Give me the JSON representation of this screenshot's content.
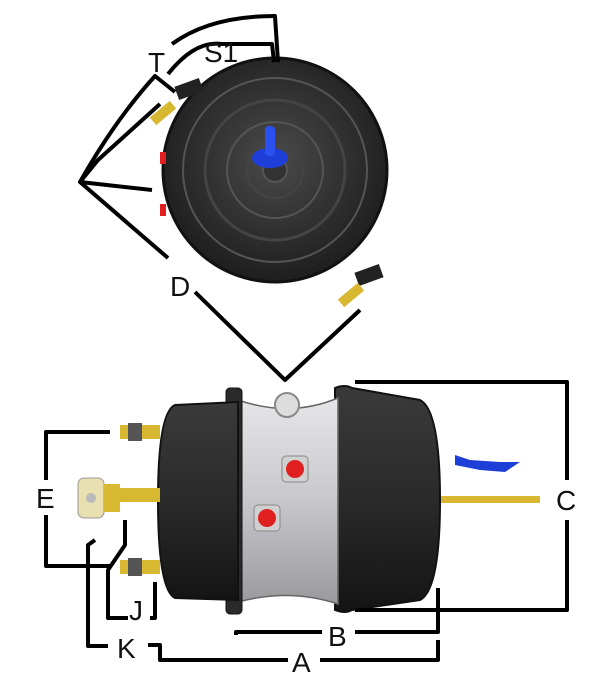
{
  "title": "Brake chamber dimension diagram",
  "labels": {
    "T": "T",
    "S1": "S1",
    "D": "D",
    "E": "E",
    "C": "C",
    "J": "J",
    "K": "K",
    "B": "B",
    "A": "A"
  },
  "colors": {
    "housing_dark": "#2e2e2e",
    "housing_light": "#c9c9cc",
    "port_red": "#e02020",
    "fitting_yellow": "#d8b830",
    "indicator_blue": "#1e3ed8"
  }
}
